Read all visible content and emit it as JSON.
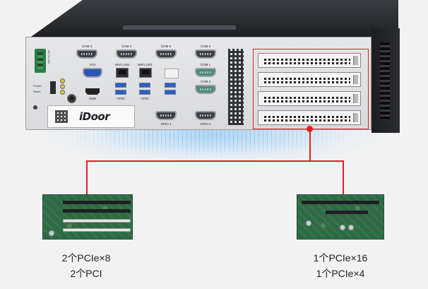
{
  "panel": {
    "power_label": "DC 12-24V",
    "ports": {
      "com3": "COM 3",
      "com4": "COM 4",
      "com5": "COM 5",
      "com6": "COM 6",
      "com1": "COM 1",
      "com2": "COM 2",
      "vga": "VGA",
      "lan1": "Intel LAN1",
      "lan2": "Intel LAN2",
      "hdmi": "HMD",
      "usb1": "GPIO",
      "usb2": "GPIO",
      "gpio1": "GPIO 1",
      "gpio2": "GPIO 2"
    },
    "power_button": "Power",
    "reset_button": "Reset",
    "brand_logo": "iDoor"
  },
  "captions": {
    "left_line1": "2个PCIe×8",
    "left_line2": "2个PCI",
    "right_line1": "1个PCIe×16",
    "right_line2": "1个PCIe×4"
  },
  "colors": {
    "highlight": "#e02020",
    "chassis_dark": "#2a2c30",
    "board_green": "#2e6a44"
  }
}
